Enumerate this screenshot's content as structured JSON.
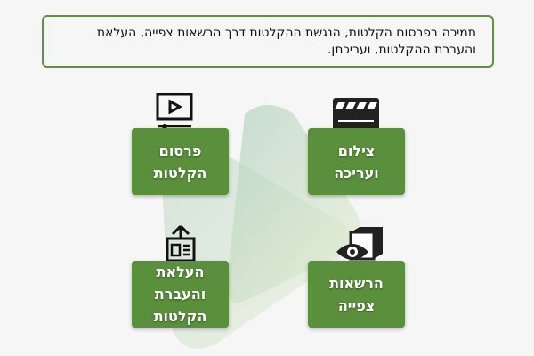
{
  "description": "תמיכה בפרסום הקלטות, הנגשת ההקלטות דרך הרשאות צפייה, העלאת והעברת ההקלטות, ועריכתן.",
  "cards": [
    {
      "lines": [
        "פרסום",
        "הקלטות"
      ],
      "icon": "video-monitor-icon"
    },
    {
      "lines": [
        "צילום",
        "ועריכה"
      ],
      "icon": "clapperboard-icon"
    },
    {
      "lines": [
        "העלאת",
        "והעברת",
        "הקלטות"
      ],
      "icon": "upload-icon"
    },
    {
      "lines": [
        "הרשאות",
        "צפייה"
      ],
      "icon": "eye-permission-icon"
    }
  ],
  "colors": {
    "accent": "#5a8f3c"
  }
}
